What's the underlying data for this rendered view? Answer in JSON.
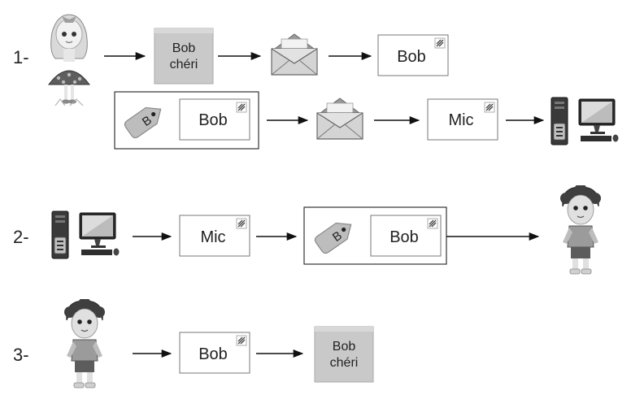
{
  "rows": [
    {
      "number": "1-"
    },
    {
      "number": "2-"
    },
    {
      "number": "3-"
    }
  ],
  "note_text": [
    "Bob",
    "chéri"
  ],
  "envelope_labels": {
    "bob": "Bob",
    "mic": "Mic"
  },
  "tag_letter": "B",
  "colors": {
    "arrow": "#111111",
    "note_fill": "#c9c9c9",
    "tag_fill": "#bdbdbd",
    "envelope_fill": "#d4d4d4",
    "envelope_flap": "#9a9a9a",
    "box_border": "#333333"
  },
  "icons": [
    "girl-character-icon",
    "boy-character-icon",
    "desktop-computer-icon",
    "envelope-icon",
    "luggage-tag-icon",
    "sticky-note-icon",
    "postage-stamp-icon"
  ]
}
